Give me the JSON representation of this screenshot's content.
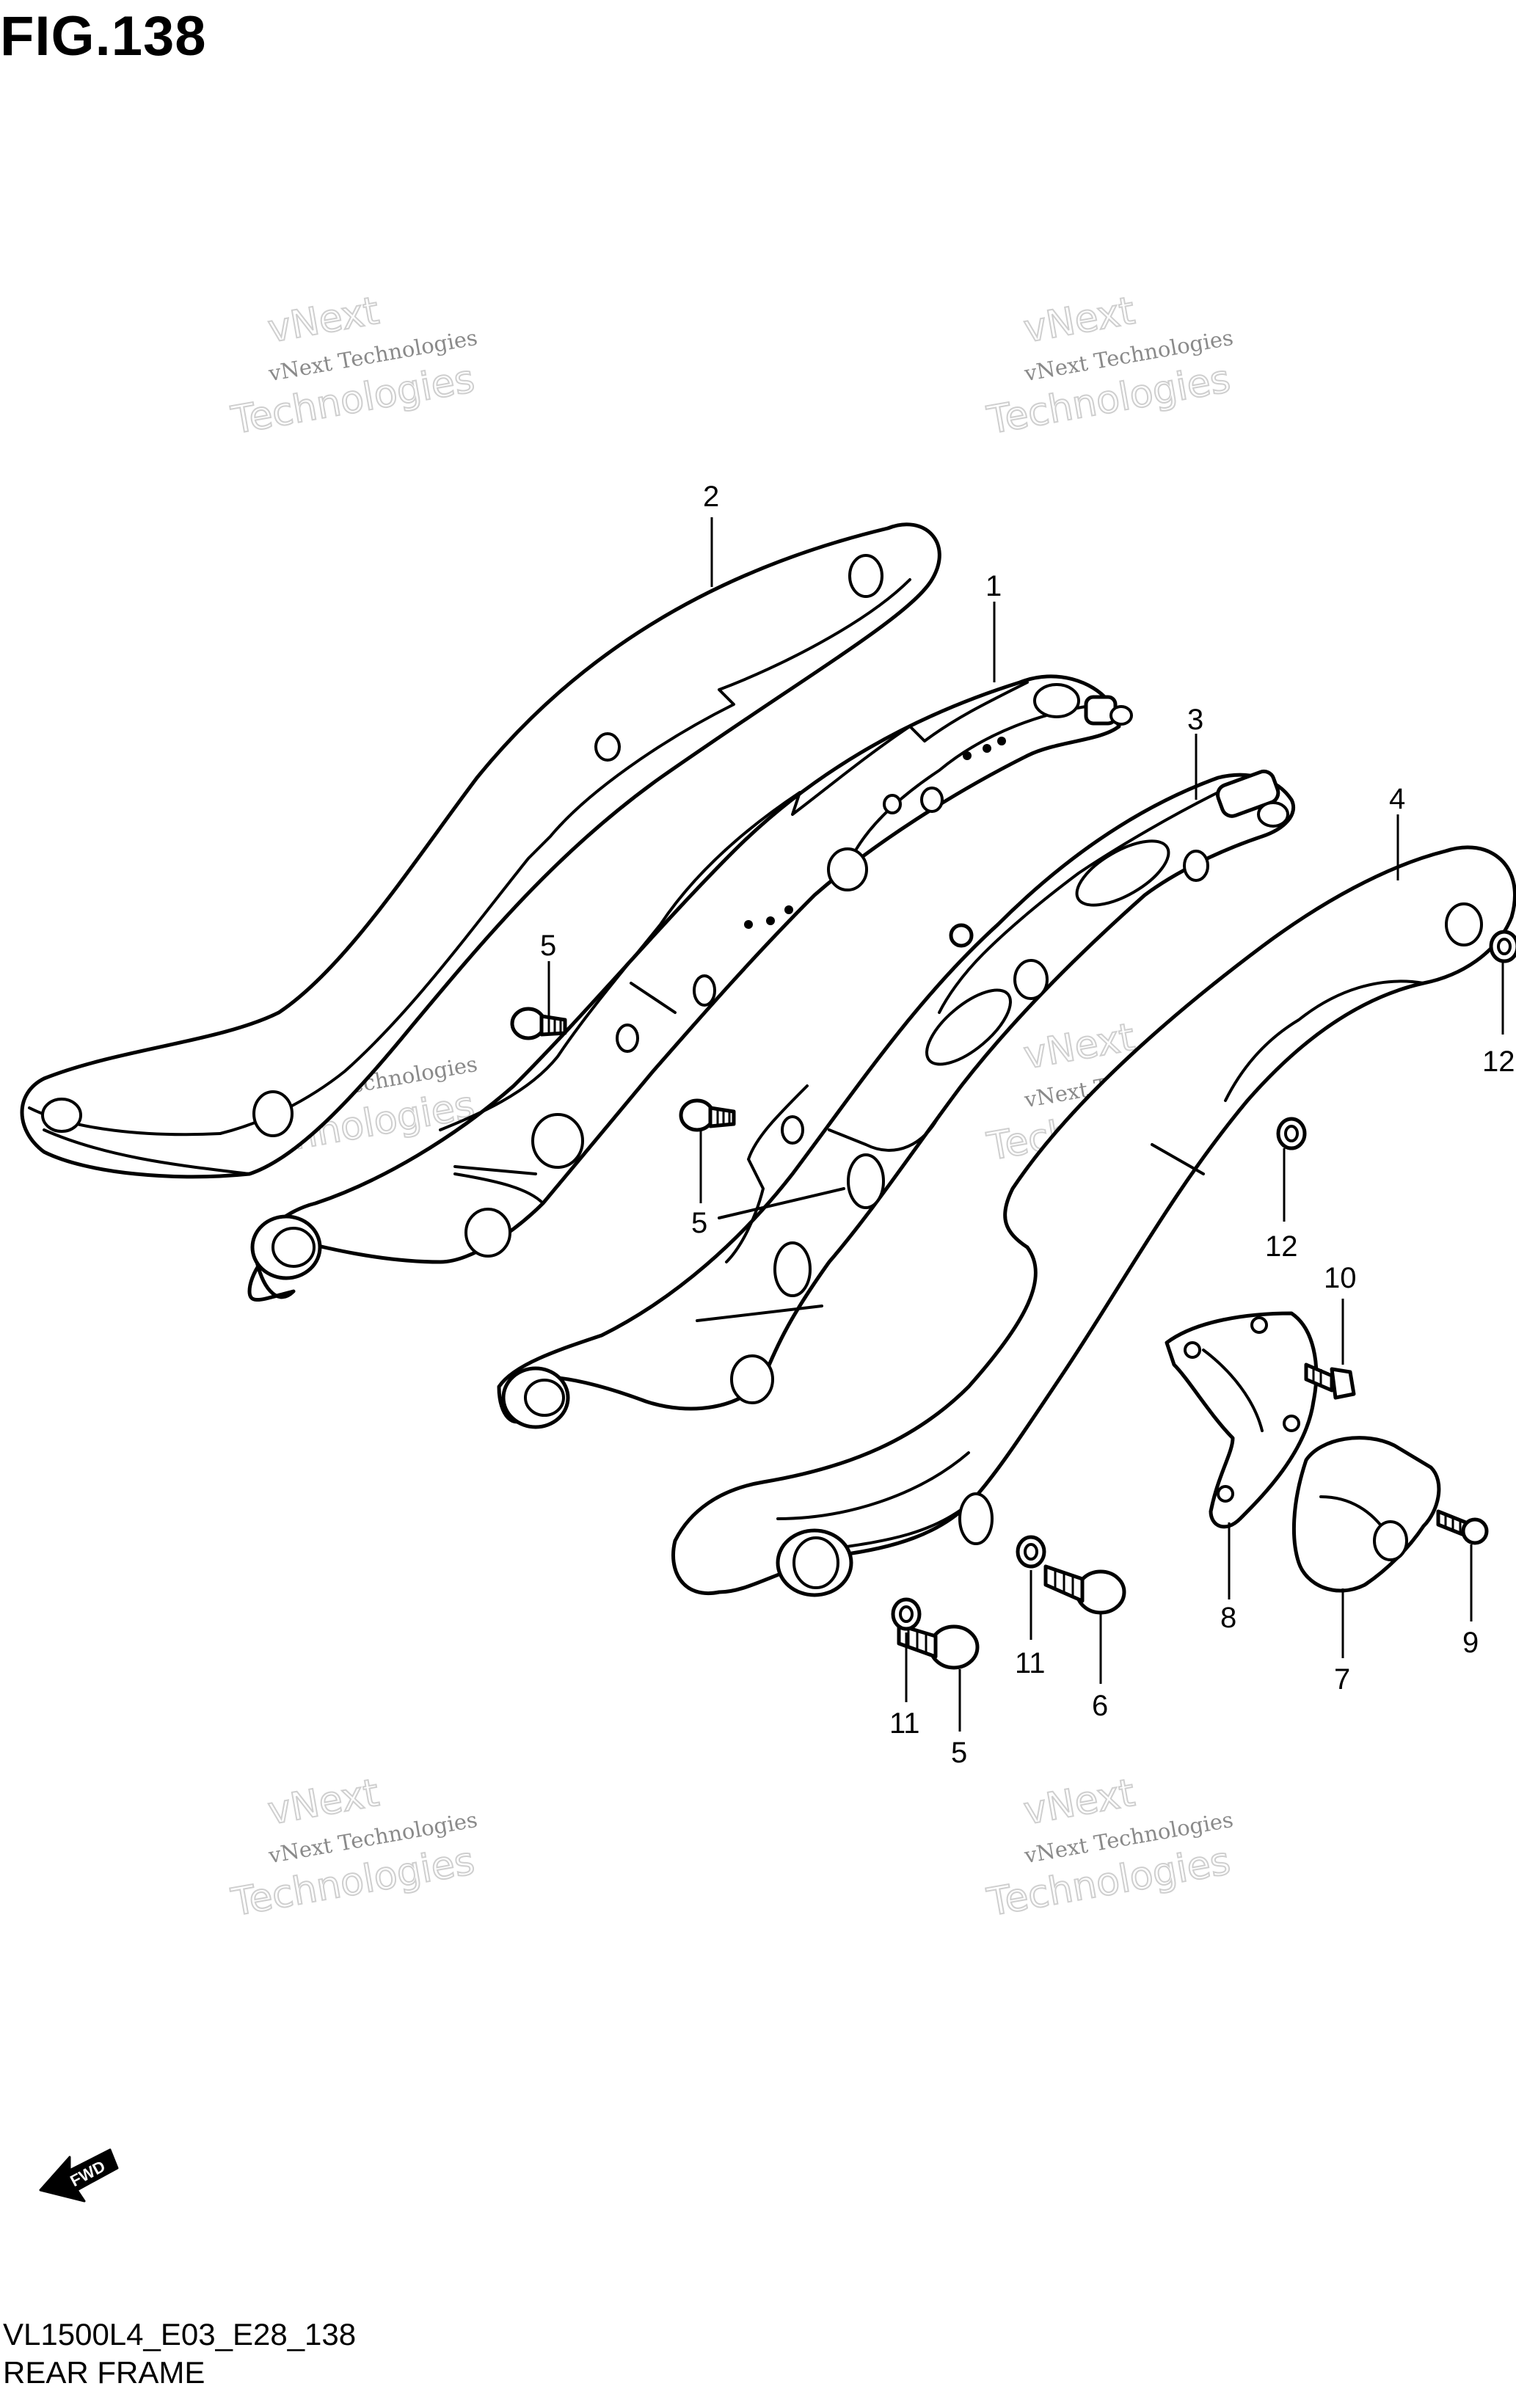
{
  "figure": {
    "title": "FIG.138",
    "model_code": "VL1500L4_E03_E28_138",
    "section_name": "REAR FRAME"
  },
  "watermark": {
    "line1": "vNext Technologies",
    "line2": "vNext",
    "line3": "Technologies"
  },
  "fwd_label": "FWD",
  "callouts": [
    {
      "id": "c2",
      "label": "2"
    },
    {
      "id": "c1",
      "label": "1"
    },
    {
      "id": "c3",
      "label": "3"
    },
    {
      "id": "c4",
      "label": "4"
    },
    {
      "id": "c5a",
      "label": "5"
    },
    {
      "id": "c5b",
      "label": "5"
    },
    {
      "id": "c12a",
      "label": "12"
    },
    {
      "id": "c12b",
      "label": "12"
    },
    {
      "id": "c10",
      "label": "10"
    },
    {
      "id": "c8",
      "label": "8"
    },
    {
      "id": "c7",
      "label": "7"
    },
    {
      "id": "c9",
      "label": "9"
    },
    {
      "id": "c11a",
      "label": "11"
    },
    {
      "id": "c6",
      "label": "6"
    },
    {
      "id": "c11b",
      "label": "11"
    },
    {
      "id": "c5c",
      "label": "5"
    }
  ]
}
